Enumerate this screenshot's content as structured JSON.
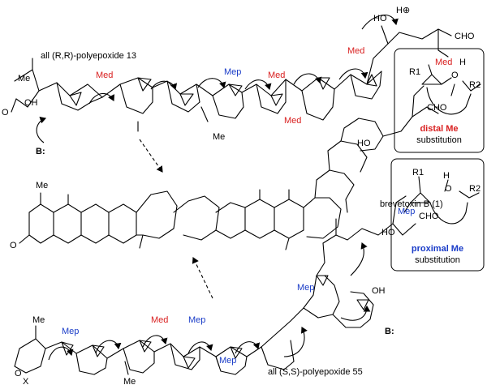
{
  "labels": {
    "poly13": "all (R,R)-polyepoxide 13",
    "poly55": "all (S,S)-polyepoxide 55",
    "brevetoxin": "brevetoxin B (1)",
    "me": "Me",
    "med": "Med",
    "mep": "Mep",
    "o": "O",
    "oh": "OH",
    "ho": "HO",
    "h": "H",
    "cho": "CHO",
    "base": "B:",
    "proton": "H⊕",
    "x": "X"
  },
  "boxes": {
    "distal": {
      "r1": "R1",
      "r2": "R2",
      "title": "distal Me",
      "subtitle": "substitution"
    },
    "proximal": {
      "r1": "R1",
      "r2": "R2",
      "title": "proximal Me",
      "subtitle": "substitution"
    }
  },
  "colors": {
    "distal_methyl": "#d92020",
    "proximal_methyl": "#1a3cc8"
  }
}
